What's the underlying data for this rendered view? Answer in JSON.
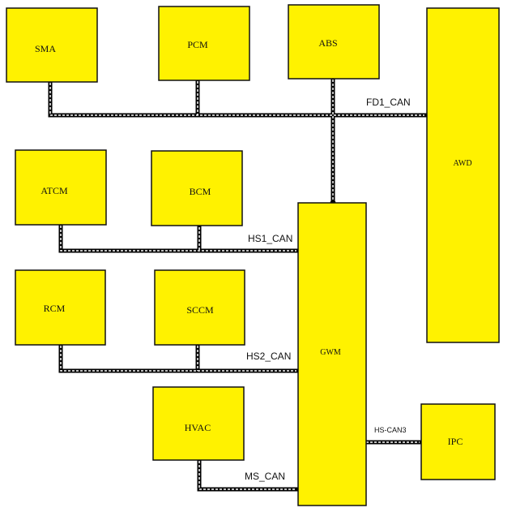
{
  "colors": {
    "ecu_fill": "#FFF200",
    "ecu_border": "#111111",
    "bus_line": "#000000",
    "bus_dash": "#FFFFFF",
    "background": "#FFFFFF"
  },
  "nodes": {
    "sma": "SMA",
    "pcm": "PCM",
    "abs": "ABS",
    "awd": "AWD",
    "atcm": "ATCM",
    "bcm": "BCM",
    "rcm": "RCM",
    "sccm": "SCCM",
    "hvac": "HVAC",
    "gwm": "GWM",
    "ipc": "IPC"
  },
  "buses": {
    "fd1_can": "FD1_CAN",
    "hs1_can": "HS1_CAN",
    "hs2_can": "HS2_CAN",
    "ms_can": "MS_CAN",
    "hs_can3": "HS-CAN3"
  }
}
